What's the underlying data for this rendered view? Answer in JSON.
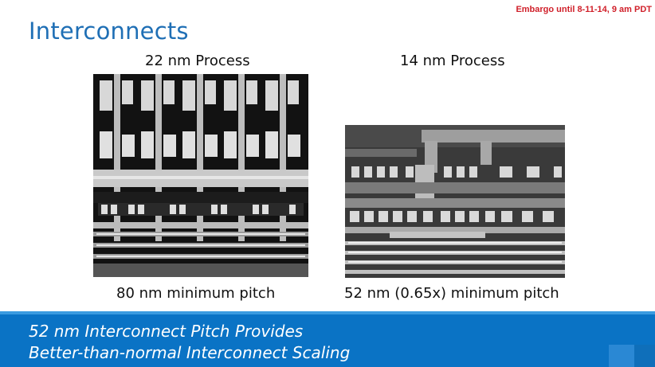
{
  "header": {
    "embargo": "Embargo until 8-11-14, 9 am PDT",
    "title": "Interconnects"
  },
  "panels": [
    {
      "process_label": "22 nm Process",
      "pitch_label": "80 nm minimum pitch"
    },
    {
      "process_label": "14 nm Process",
      "pitch_label": "52 nm (0.65x) minimum pitch"
    }
  ],
  "footer": {
    "line1": "52 nm Interconnect Pitch Provides",
    "line2": "Better-than-normal Interconnect Scaling"
  },
  "colors": {
    "title": "#1f6fb5",
    "embargo": "#d0202a",
    "footer_bg": "#0a73c5"
  }
}
